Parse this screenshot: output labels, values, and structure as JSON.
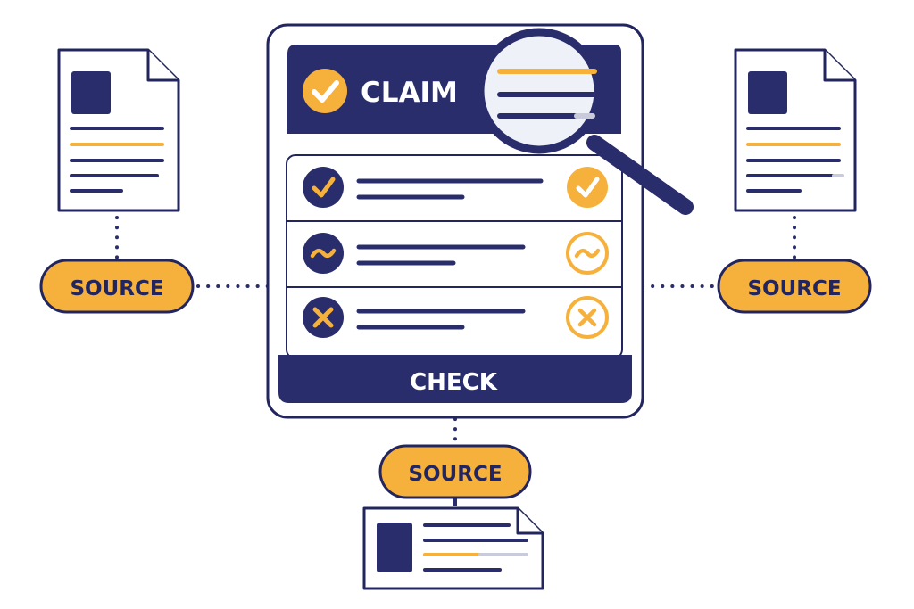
{
  "colors": {
    "navy": "#2a2d6b",
    "gold": "#f6b13c",
    "outline": "#23265e",
    "white": "#ffffff",
    "lens": "#eef1f8",
    "muted": "#c9cbdc"
  },
  "claim_card": {
    "title": "CLAIM",
    "footer_button": "CHECK",
    "rows": [
      {
        "status": "supported",
        "icon": "check-icon"
      },
      {
        "status": "partial",
        "icon": "tilde-icon"
      },
      {
        "status": "refuted",
        "icon": "cross-icon"
      }
    ]
  },
  "sources": {
    "left": {
      "label": "SOURCE"
    },
    "right": {
      "label": "SOURCE"
    },
    "bottom": {
      "label": "SOURCE"
    }
  },
  "icons": {
    "magnifier": "magnifying-glass-icon",
    "document": "document-icon"
  }
}
